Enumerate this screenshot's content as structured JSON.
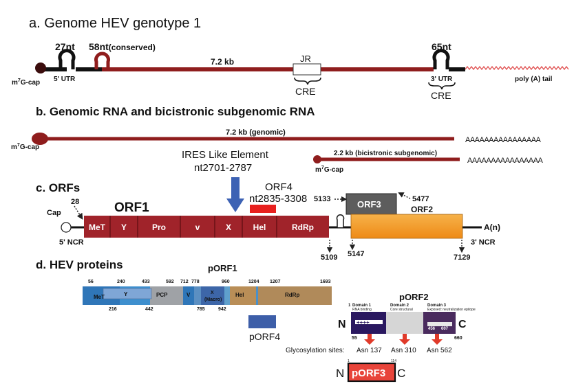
{
  "section_a": {
    "title": "a. Genome HEV genotype 1",
    "nt27": "27nt",
    "nt58": "58nt",
    "conserved": "(conserved)",
    "length": "7.2 kb",
    "jr": "JR",
    "cre": "CRE",
    "nt65": "65nt",
    "utr3": "3' UTR",
    "cre2": "CRE",
    "cap_m": "m",
    "cap_sup": "7",
    "cap_g": "G-cap",
    "utr5": "5' UTR",
    "poly_a": "poly (A) tail"
  },
  "section_b": {
    "title": "b. Genomic RNA and  bicistronic subgenomic RNA",
    "genomic_label": "7.2 kb (genomic)",
    "subgenomic_label": "2.2 kb (bicistronic subgenomic)",
    "cap_m": "m",
    "cap_sup": "7",
    "cap_g": "G-cap",
    "poly_a_wave": "AAAAAAAAAAAAAAAA"
  },
  "section_c": {
    "title": "c. ORFs",
    "ires_line1": "IRES Like Element",
    "ires_line2": "nt2701-2787",
    "orf4_line1": "ORF4",
    "orf4_line2": "nt2835-3308",
    "cap": "Cap",
    "nt28": "28",
    "orf1": "ORF1",
    "ncr5": "5' NCR",
    "domains": [
      "MeT",
      "Y",
      "Pro",
      "v",
      "X",
      "Hel",
      "RdRp"
    ],
    "orf3": "ORF3",
    "orf2": "ORF2",
    "an": "A(n)",
    "ncr3": "3' NCR",
    "pos_5133": "5133",
    "pos_5477": "5477",
    "pos_5109": "5109",
    "pos_5147": "5147",
    "pos_7129": "7129"
  },
  "section_d": {
    "title": "d. HEV proteins",
    "porf1": "pORF1",
    "top_nums": [
      "56",
      "240",
      "433",
      "592",
      "712",
      "778",
      "960",
      "1204",
      "1207",
      "1693"
    ],
    "bottom_nums": [
      "216",
      "442",
      "785",
      "942"
    ],
    "domains": [
      "MeT",
      "Y",
      "PCP",
      "V",
      "X",
      "(Macro)",
      "Hel",
      "RdRp"
    ],
    "porf4": "pORF4",
    "porf2": "pORF2",
    "domain1_title": "Domain 1",
    "domain1_sub": "RNA binding",
    "domain2_title": "Domain 2",
    "domain2_sub": "Core structural",
    "domain3_title": "Domain 3",
    "domain3_sub": "Exposed: neutralization epitope",
    "plus": "++++",
    "n_label": "N",
    "c_label": "C",
    "n1": "1",
    "n55": "55",
    "n456": "456",
    "n607": "607",
    "n660": "660",
    "glyco": "Glycosylation sites:",
    "asn137": "Asn 137",
    "asn310": "Asn 310",
    "asn562": "Asn 562",
    "porf3": "pORF3",
    "p3_n": "N",
    "p3_c": "C",
    "p3_1": "1",
    "p3_114": "114"
  }
}
